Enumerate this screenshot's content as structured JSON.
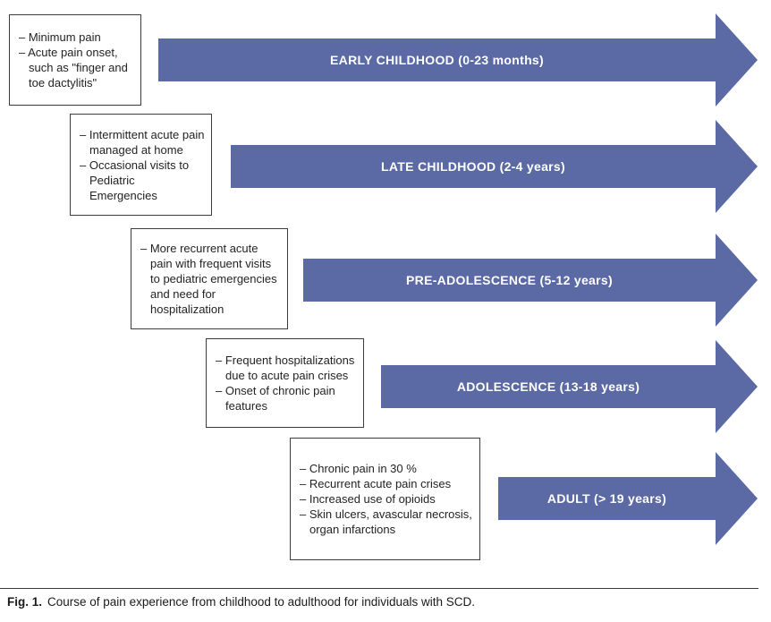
{
  "figure_caption": {
    "label": "Fig. 1.",
    "text": "Course of pain experience from childhood to adulthood for individuals with SCD."
  },
  "colors": {
    "arrow_fill": "#5b6aa5",
    "arrow_label_text": "#ffffff",
    "box_border": "#3c3c3c",
    "body_text": "#232323"
  },
  "stages": [
    {
      "label": "EARLY CHILDHOOD (0-23 months)",
      "notes": [
        "– Minimum pain",
        "– Acute pain onset, such as \"finger and toe dactylitis\""
      ]
    },
    {
      "label": "LATE CHILDHOOD (2-4 years)",
      "notes": [
        "– Intermittent acute pain managed at home",
        "– Occasional visits to Pediatric Emergencies"
      ]
    },
    {
      "label": "PRE-ADOLESCENCE (5-12 years)",
      "notes": [
        "– More recurrent acute pain with frequent visits to pediatric emergencies and need for hospitalization"
      ]
    },
    {
      "label": "ADOLESCENCE (13-18 years)",
      "notes": [
        "– Frequent hospitalizations due to acute pain crises",
        "– Onset of chronic pain features"
      ]
    },
    {
      "label": "ADULT (> 19 years)",
      "notes": [
        "– Chronic pain in 30 %",
        "– Recurrent acute pain crises",
        "– Increased use of opioids",
        "– Skin ulcers, avascular necrosis, organ infarctions"
      ]
    }
  ]
}
